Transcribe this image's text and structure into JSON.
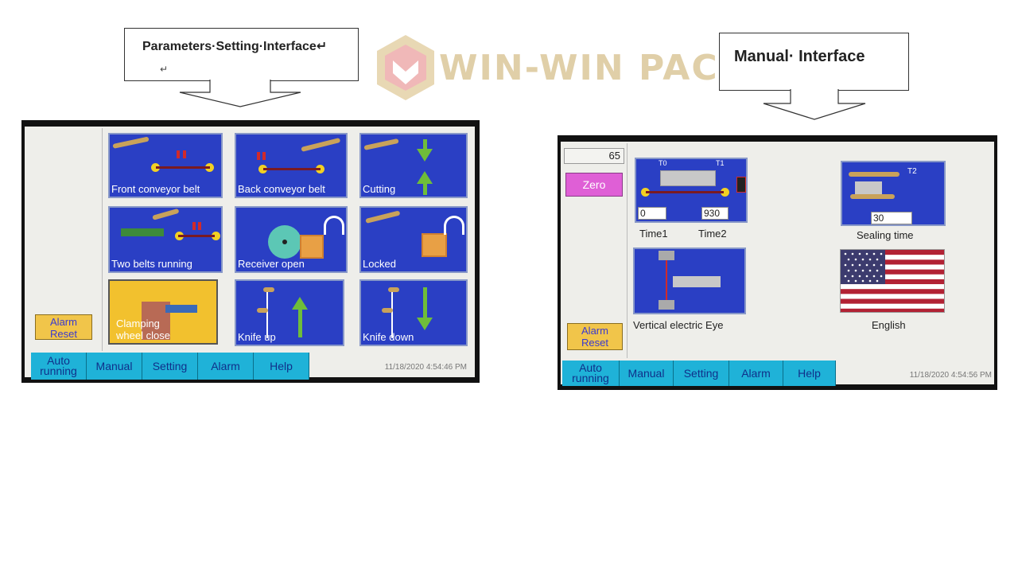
{
  "callouts": {
    "left_title": "Parameters·Setting·Interface↵",
    "left_mark": "↵",
    "right_title": "Manual· Interface"
  },
  "watermark": {
    "text": "WIN-WIN PACK"
  },
  "colors": {
    "tile_blue": "#2a3fc4",
    "nav_cyan": "#1fb2d8",
    "alarm_yellow": "#f1c54a",
    "zero_magenta": "#df5fd6",
    "arrow_green": "#6fbd3a"
  },
  "left_panel": {
    "alarm_reset": "Alarm Reset",
    "tiles": [
      {
        "label": "Front conveyor belt",
        "icon": "front-conveyor-belt-icon"
      },
      {
        "label": "Back conveyor belt",
        "icon": "back-conveyor-belt-icon"
      },
      {
        "label": "Cutting",
        "icon": "cutting-icon"
      },
      {
        "label": "Two belts running",
        "icon": "two-belts-icon"
      },
      {
        "label": "Receiver open",
        "icon": "receiver-icon"
      },
      {
        "label": "Locked",
        "icon": "lock-icon"
      },
      {
        "label": "Clamping wheel close",
        "icon": "clamping-wheel-icon"
      },
      {
        "label": "Knife up",
        "icon": "knife-up-icon"
      },
      {
        "label": "Knife down",
        "icon": "knife-down-icon"
      }
    ],
    "nav": [
      "Auto running",
      "Manual",
      "Setting",
      "Alarm",
      "Help"
    ],
    "timestamp": "11/18/2020 4:54:46 PM"
  },
  "right_panel": {
    "counter": "65",
    "zero": "Zero",
    "alarm_reset": "Alarm Reset",
    "time_tile": {
      "t0_label": "T0",
      "t1_label": "T1",
      "time1_value": "0",
      "time2_value": "930"
    },
    "time1_label": "Time1",
    "time2_label": "Time2",
    "sealing_tile": {
      "t2_label": "T2",
      "value": "30"
    },
    "sealing_label": "Sealing time",
    "eye_label": "Vertical electric Eye",
    "language_label": "English",
    "nav": [
      "Auto running",
      "Manual",
      "Setting",
      "Alarm",
      "Help"
    ],
    "timestamp": "11/18/2020 4:54:56 PM"
  }
}
